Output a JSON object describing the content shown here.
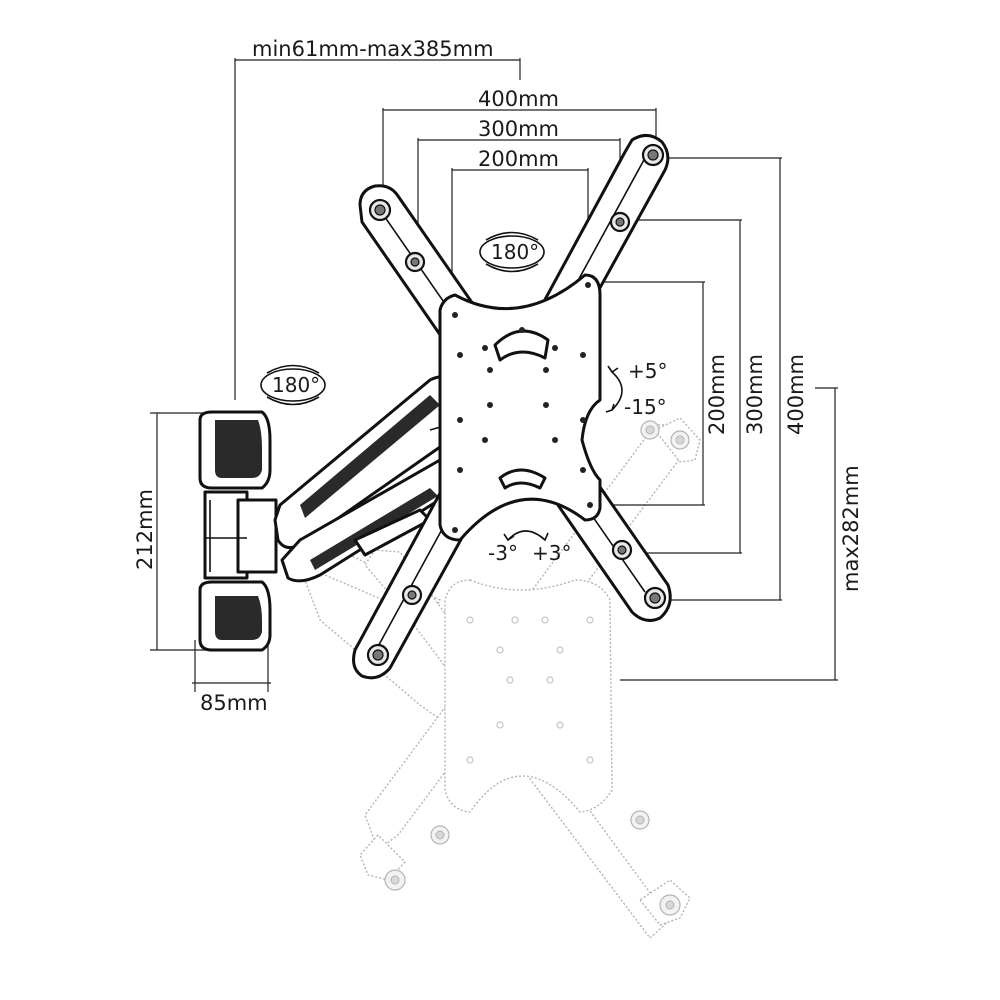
{
  "dimensions": {
    "arm_extension": "min61mm-max385mm",
    "vesa_width_400": "400mm",
    "vesa_width_300": "300mm",
    "vesa_width_200": "200mm",
    "vesa_height_200": "200mm",
    "vesa_height_300": "300mm",
    "vesa_height_400": "400mm",
    "max_height_offset": "max282mm",
    "wall_plate_height": "212mm",
    "wall_plate_depth": "85mm"
  },
  "angles": {
    "swivel_plate": "180°",
    "swivel_arm": "180°",
    "tilt_up": "+5°",
    "tilt_down": "-15°",
    "rotate_left": "-3°",
    "rotate_right": "+3°"
  }
}
